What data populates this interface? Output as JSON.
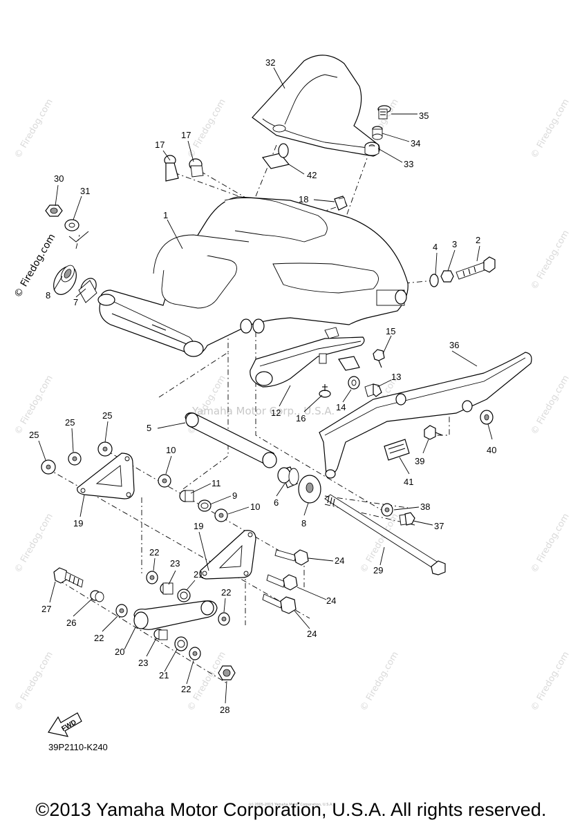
{
  "diagram_code": "39P2110-K240",
  "copyright": "©2013 Yamaha Motor Corporation, U.S.A. All rights reserved.",
  "tiny_notice": "(c) 2005-2015 Yamaha Motor Corporation, U.S.A.",
  "center_watermark": "Yamaha Motor Corp., U.S.A.",
  "watermark_text": "© Firedog.com",
  "fwd_label": "FWD",
  "callouts": [
    "32",
    "35",
    "34",
    "33",
    "42",
    "17",
    "17",
    "18",
    "30",
    "31",
    "1",
    "4",
    "3",
    "2",
    "8",
    "7",
    "15",
    "36",
    "13",
    "14",
    "12",
    "16",
    "5",
    "25",
    "25",
    "25",
    "10",
    "11",
    "9",
    "10",
    "6",
    "8",
    "38",
    "37",
    "40",
    "39",
    "41",
    "19",
    "19",
    "22",
    "23",
    "21",
    "22",
    "24",
    "24",
    "24",
    "29",
    "27",
    "26",
    "22",
    "20",
    "23",
    "21",
    "22",
    "28"
  ]
}
